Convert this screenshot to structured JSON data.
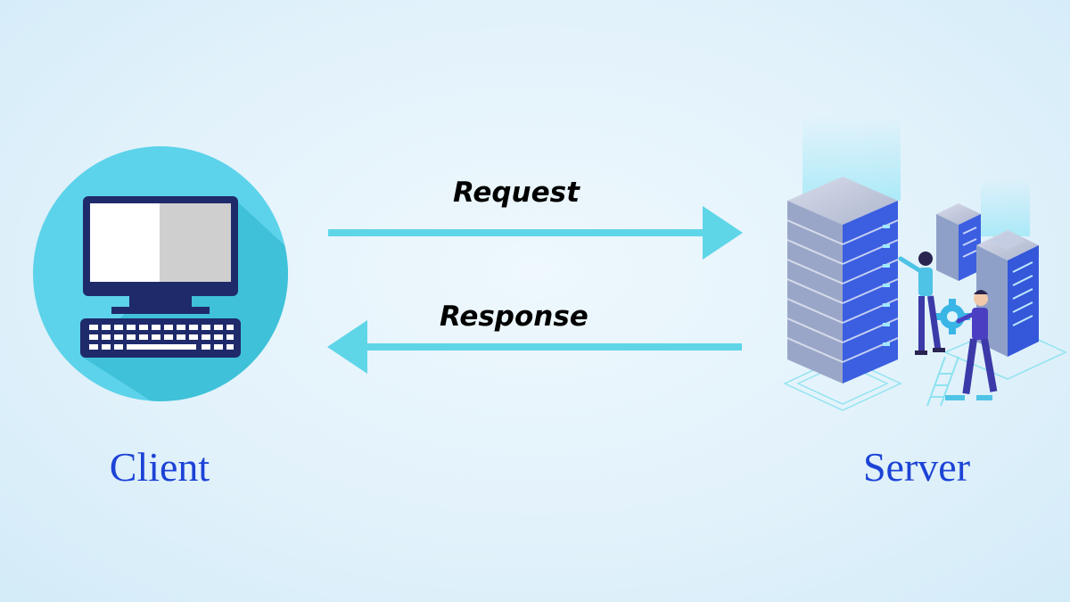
{
  "colors": {
    "arrow": "#5fd5e8",
    "circle": "#5cd3ea",
    "node_label": "#1c43d6",
    "server_face": "#3b5fe0"
  },
  "arrows": {
    "request": {
      "label": "Request",
      "direction": "right"
    },
    "response": {
      "label": "Response",
      "direction": "left"
    }
  },
  "nodes": {
    "client": {
      "label": "Client",
      "icon": "desktop-computer-icon"
    },
    "server": {
      "label": "Server",
      "icon": "server-rack-icon"
    }
  }
}
